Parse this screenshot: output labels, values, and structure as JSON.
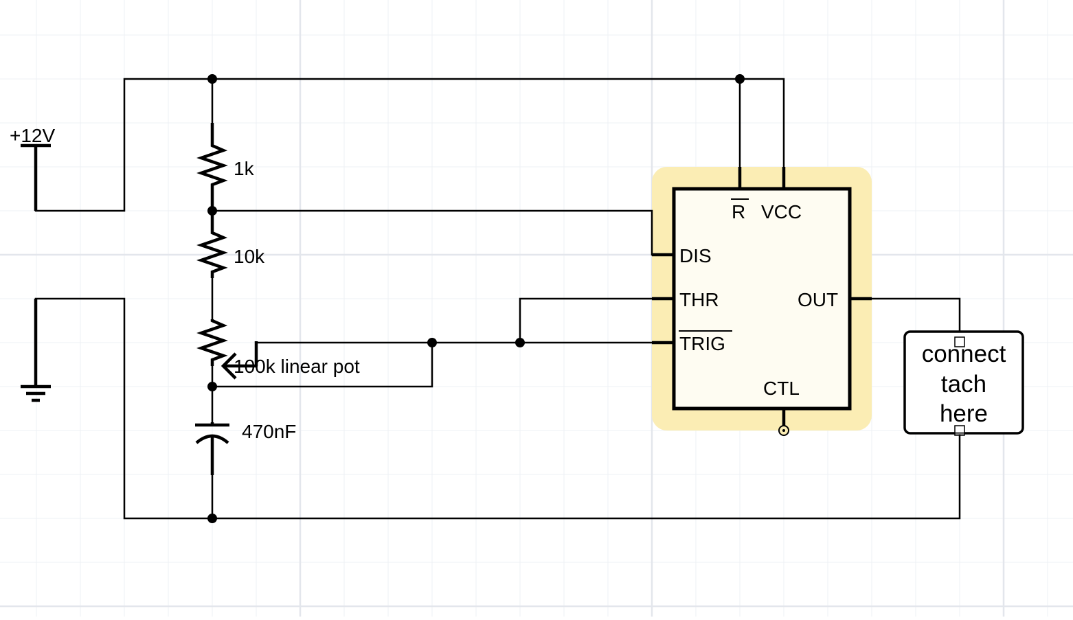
{
  "labels": {
    "supply": "+12V",
    "r1": "1k",
    "r2": "10k",
    "pot": "100k linear pot",
    "cap": "470nF",
    "pin_r": "R",
    "pin_vcc": "VCC",
    "pin_dis": "DIS",
    "pin_thr": "THR",
    "pin_out": "OUT",
    "pin_trig": "TRIG",
    "pin_ctl": "CTL",
    "note_line1": "connect",
    "note_line2": "tach",
    "note_line3": "here"
  },
  "colors": {
    "highlight": "#fbedb4",
    "chip_fill": "#fefcf2",
    "wire": "#000000",
    "grid_minor": "#eef0f4",
    "grid_major": "#e3e6ec"
  },
  "icons": {
    "supply": "power-supply-icon",
    "ground": "ground-icon",
    "resistor": "resistor-icon",
    "potentiometer": "potentiometer-icon",
    "capacitor": "capacitor-icon",
    "timer_ic": "ic-555-icon"
  }
}
